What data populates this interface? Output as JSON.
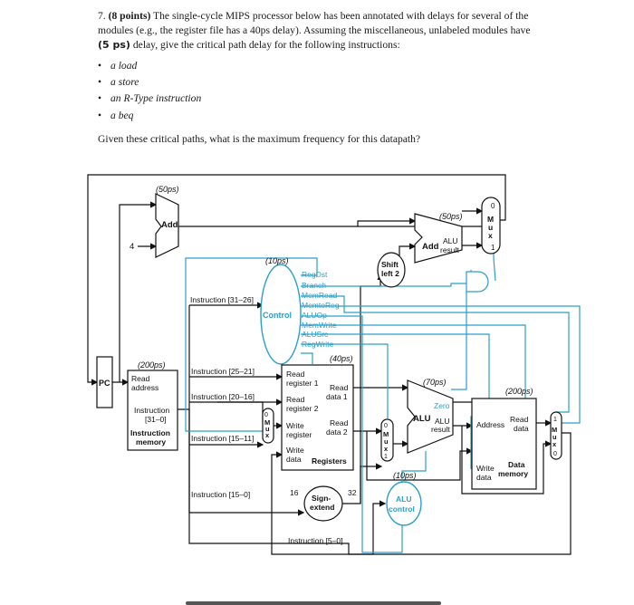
{
  "question": {
    "number": "7.",
    "points": "(8 points)",
    "text1": "The single-cycle MIPS processor below has been annotated with delays for several of the",
    "text2": "modules (e.g., the register file has a 40ps delay). Assuming the miscellaneous, unlabeled modules have",
    "handwritten": "(5 ps)",
    "text3": "delay, give the critical path delay for the following instructions:",
    "items": [
      "a load",
      "a store",
      "an R-Type instruction",
      "a beq"
    ],
    "followup": "Given these critical paths, what is the maximum frequency for this datapath?"
  },
  "diagram": {
    "delays": {
      "add_pc": "(50ps)",
      "add_branch": "(50ps)",
      "control": "(10ps)",
      "registers": "(40ps)",
      "alu": "(70ps)",
      "data_memory": "(200ps)",
      "instruction_memory": "(200ps)",
      "alu_control": "(10ps)"
    },
    "labels": {
      "add": "Add",
      "four": "4",
      "add_alu": "Add",
      "alu_result": "ALU",
      "result": "result",
      "shift": "Shift",
      "left2": "left 2",
      "pc": "PC",
      "read_address": "Read",
      "address": "address",
      "instruction": "Instruction",
      "instr_bits": "[31–0]",
      "instruction_memory": "Instruction",
      "memory": "memory",
      "control": "Control",
      "instr_31_26": "Instruction [31–26]",
      "instr_25_21": "Instruction [25–21]",
      "instr_20_16": "Instruction [20–16]",
      "instr_15_11": "Instruction [15–11]",
      "instr_15_0": "Instruction [15–0]",
      "instr_5_0": "Instruction [5–0]",
      "read_register_1": "Read",
      "register_1": "register 1",
      "read_register_2": "Read",
      "register_2": "register 2",
      "write_register": "Write",
      "register": "register",
      "write_data": "Write",
      "data": "data",
      "registers": "Registers",
      "read_data1": "Read",
      "data1": "data 1",
      "read_data2": "Read",
      "data2": "data 2",
      "sixteen": "16",
      "thirtytwo": "32",
      "sign": "Sign-",
      "extend": "extend",
      "alu": "ALU",
      "zero": "Zero",
      "alu_res1": "ALU",
      "alu_res2": "result",
      "alu_control1": "ALU",
      "alu_control2": "control",
      "dm_address": "Address",
      "dm_read": "Read",
      "dm_data": "data",
      "dm_write": "Write",
      "dm_wdata": "data",
      "dm_title1": "Data",
      "dm_title2": "memory",
      "mux_m": "M",
      "mux_u": "u",
      "mux_x": "x",
      "zero_sel": "0",
      "one_sel": "1"
    },
    "control_signals": [
      "RegDst",
      "Branch",
      "MemRead",
      "MemtoReg",
      "ALUOp",
      "MemWrite",
      "ALUSrc",
      "RegWrite"
    ]
  }
}
